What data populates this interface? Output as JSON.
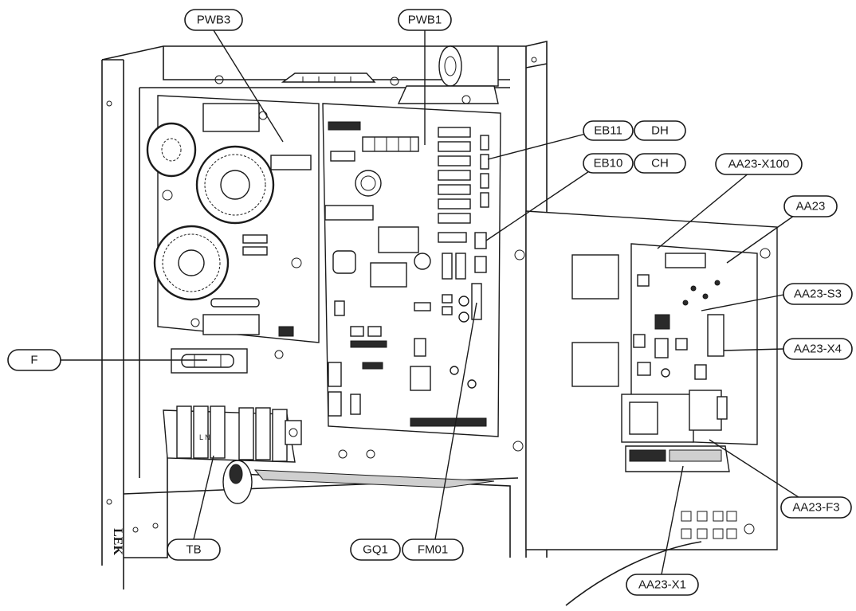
{
  "labels": {
    "pwb3": "PWB3",
    "pwb1": "PWB1",
    "eb11": "EB11",
    "dh": "DH",
    "eb10": "EB10",
    "ch": "CH",
    "aa23_x100": "AA23-X100",
    "aa23": "AA23",
    "aa23_s3": "AA23-S3",
    "aa23_x4": "AA23-X4",
    "f": "F",
    "aa23_f3": "AA23-F3",
    "tb": "TB",
    "gq1": "GQ1",
    "fm01": "FM01",
    "aa23_x1": "AA23-X1"
  },
  "markings": {
    "cabinet_stamp": "LEK",
    "terminal_marks": "L N"
  }
}
